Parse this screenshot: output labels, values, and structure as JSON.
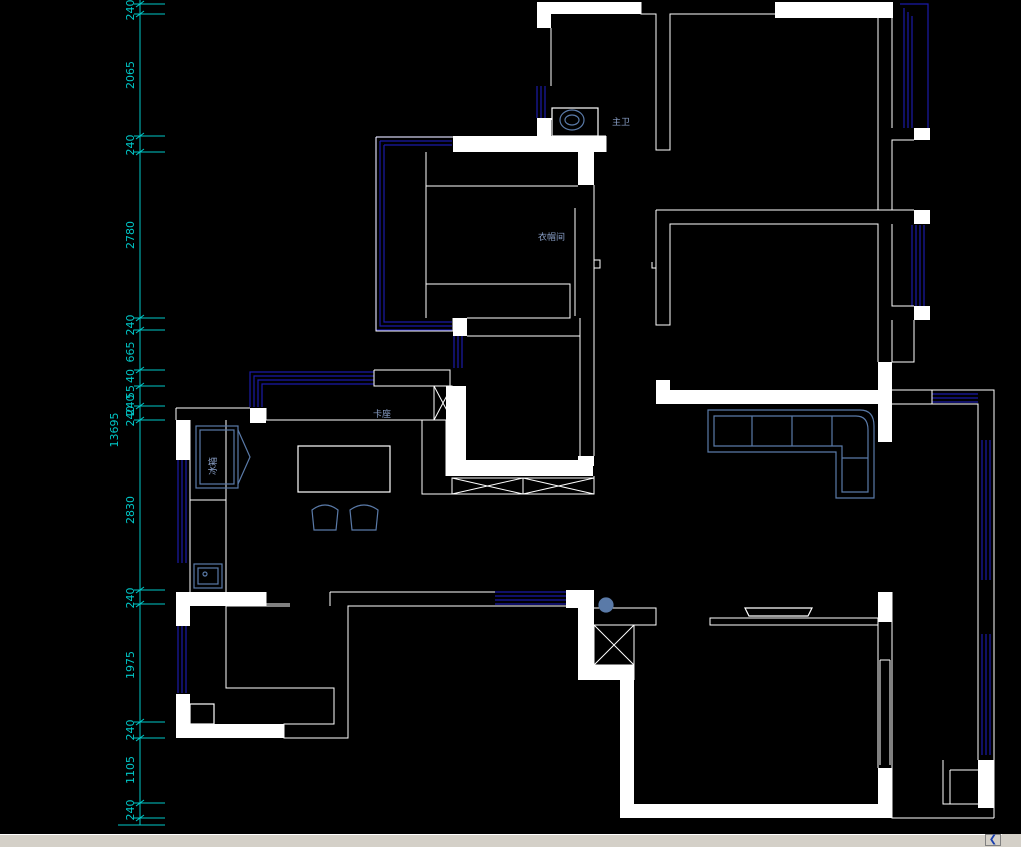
{
  "dimensions": {
    "total": "13695",
    "segments": [
      "240",
      "2065",
      "240",
      "2780",
      "240",
      "665",
      "40",
      "55",
      "240",
      "240",
      "2830",
      "240",
      "1975",
      "240",
      "1105",
      "240"
    ]
  },
  "rooms": {
    "master_bath": "主卫",
    "walk_in_closet": "衣帽间",
    "card_seat": "卡座",
    "fridge": "冰箱"
  },
  "colors": {
    "wall": "#ffffff",
    "window": "#1a1aa8",
    "dimension": "#00c8c8",
    "furniture": "#5a7aa8",
    "background": "#000000"
  },
  "statusbar": {
    "scroll_left_icon": "chevron-left-icon"
  }
}
